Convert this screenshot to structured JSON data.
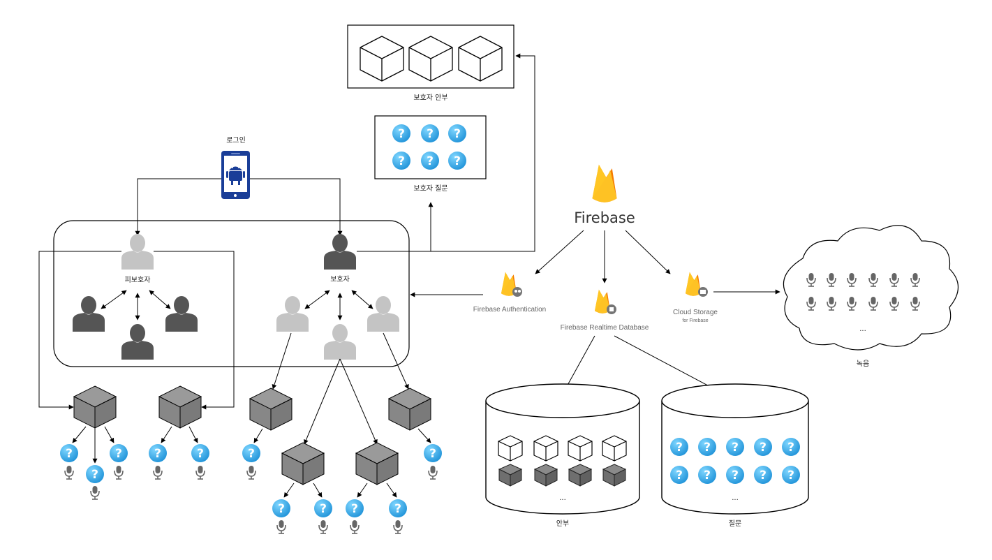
{
  "labels": {
    "guardian_comfort": "보호자 안부",
    "guardian_question": "보호자 질문",
    "login": "로그인",
    "ward": "피보호자",
    "guardian": "보호자",
    "firebase": "Firebase",
    "auth": "Firebase Authentication",
    "rtdb": "Firebase Realtime Database",
    "storage": "Cloud Storage",
    "storage_sub": "for Firebase",
    "recording": "녹음",
    "comfort_db": "안부",
    "question_db": "질문",
    "ellipsis": "..."
  },
  "colors": {
    "dark_person": "#555555",
    "light_person": "#c4c4c4",
    "cube_fill": "#8c8c8c",
    "question_blue": "#29a3e6",
    "android_blue": "#1a3e98",
    "firebase_yellow": "#ffca28",
    "firebase_orange": "#f57c00"
  },
  "icons": [
    "cube-icon",
    "question-icon",
    "mic-icon",
    "person-icon",
    "android-phone-icon",
    "firebase-flame-icon"
  ]
}
